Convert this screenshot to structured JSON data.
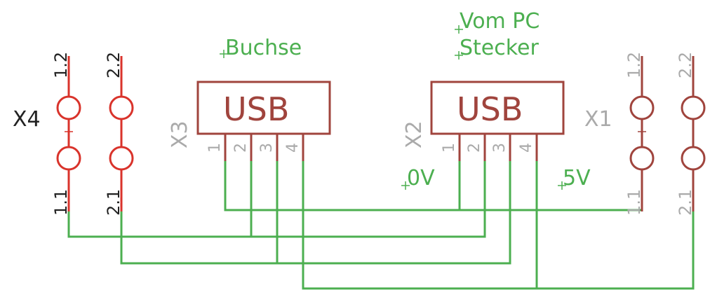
{
  "labels": {
    "buchse": "Buchse",
    "vom_pc": "Vom PC",
    "stecker": "Stecker",
    "zero_v": "0V",
    "five_v": "5V"
  },
  "connectors": {
    "x4": {
      "name": "X4",
      "pins": [
        "1.2",
        "2.2",
        "1.1",
        "2.1"
      ]
    },
    "x3": {
      "name": "X3",
      "body": "USB",
      "pins": [
        "1",
        "2",
        "3",
        "4"
      ]
    },
    "x2": {
      "name": "X2",
      "body": "USB",
      "pins": [
        "1",
        "2",
        "3",
        "4"
      ]
    },
    "x1": {
      "name": "X1",
      "pins": [
        "1.2",
        "2.2",
        "1.1",
        "2.1"
      ]
    }
  },
  "colors": {
    "wire": "#4caf50",
    "x4_active": "#d9332b",
    "component": "#a0443d",
    "designator": "#aaaaaa"
  }
}
